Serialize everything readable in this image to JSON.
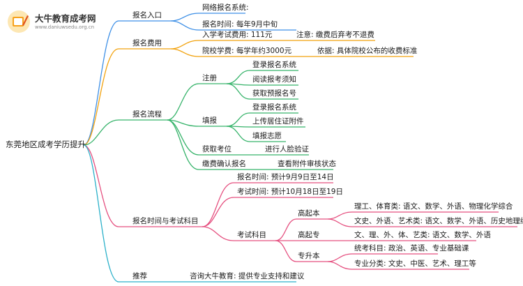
{
  "logo": {
    "name": "大牛教育成考网",
    "url": "www.daniuwsedu.org.cn",
    "icon": "pencil-book-icon"
  },
  "root": "东莞地区成考学历提升",
  "colors": {
    "blue": "#3d8fe6",
    "orange": "#f2a20d",
    "purple": "#7a5cd6",
    "green": "#36b36a",
    "pink": "#e54f7f",
    "cyan": "#2ab0c9"
  },
  "branches": {
    "entry": {
      "label": "报名入口",
      "items": [
        "网络报名系统:",
        "报名时间: 每年9月中旬"
      ]
    },
    "fees": {
      "label": "报名费用",
      "items": [
        {
          "text": "入学考试费用: 111元",
          "note": "注意: 缴费后弃考不退费"
        },
        {
          "text": "院校学费: 每学年约3000元",
          "note": "依据: 具体院校公布的收费标准"
        }
      ]
    },
    "process": {
      "label": "报名流程",
      "register": {
        "label": "注册",
        "items": [
          "登录报名系统",
          "阅读报考须知",
          "获取预报名号"
        ]
      },
      "fill": {
        "label": "填报",
        "items": [
          "登录报名系统",
          "上传居住证附件",
          "填报志愿"
        ]
      },
      "seat": {
        "label": "获取考位",
        "note": "进行人脸验证"
      },
      "pay": {
        "label": "缴费确认报名",
        "note": "查看附件审核状态"
      }
    },
    "schedule": {
      "label": "报名时间与考试科目",
      "reg_time": "报名时间: 预计9月9日至14日",
      "exam_time": "考试时间: 预计10月18日至19日",
      "subjects": {
        "label": "考试科目",
        "gaoqiben": {
          "label": "高起本",
          "items": [
            "理工、体育类: 语文、数学、外语、物理化学综合",
            "文史、外语、艺术类: 语文、数学、外语、历史地理综合"
          ]
        },
        "gaoqizhuan": {
          "label": "高起专",
          "items": [
            "文、理、外、体、艺类: 语文、数学、外语"
          ]
        },
        "zhuanshengben": {
          "label": "专升本",
          "items": [
            "统考科目: 政治、英语、专业基础课",
            "专业分类: 文史、中医、艺术、理工等"
          ]
        }
      }
    },
    "recommend": {
      "label": "推荐",
      "items": [
        "咨询大牛教育: 提供专业支持和建议"
      ]
    }
  }
}
